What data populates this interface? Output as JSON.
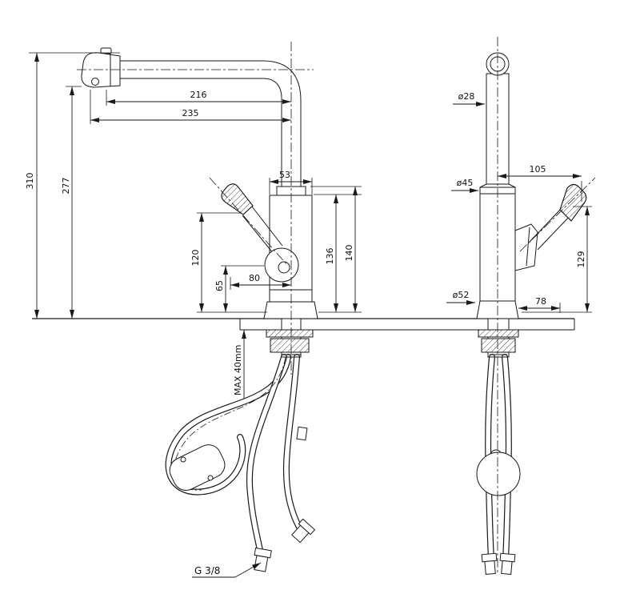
{
  "drawing": {
    "title": "Kitchen faucet technical installation drawing",
    "line_color": "#1a1a1a",
    "bg_color": "#ffffff"
  },
  "dims": {
    "front": {
      "spout_reach_inner": "216",
      "spout_reach_outer": "235",
      "total_height": "310",
      "height_to_spout": "277",
      "body_width": "53",
      "lever_height": "120",
      "lever_low": "65",
      "lever_reach": "80",
      "body_height_inner": "136",
      "body_height_outer": "140",
      "max_counter": "MAX 40mm",
      "thread": "G 3/8"
    },
    "side": {
      "pipe_dia": "ø28",
      "handle_reach": "105",
      "body_dia": "ø45",
      "base_dia": "ø52",
      "handle_offset": "78",
      "handle_height": "129"
    }
  }
}
